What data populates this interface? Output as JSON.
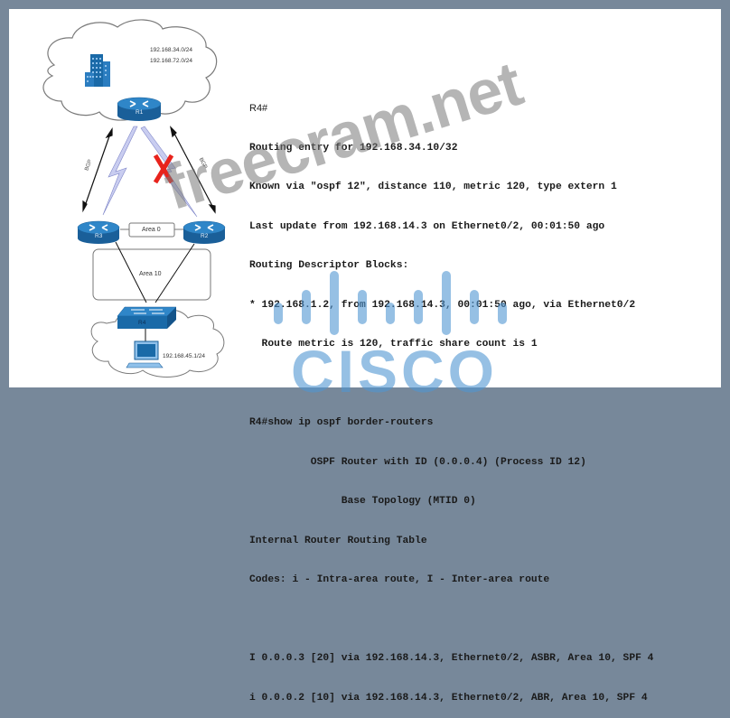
{
  "diagram": {
    "top_cloud_networks": [
      "192.168.34.0/24",
      "192.168.72.0/24"
    ],
    "routers": {
      "r1": "R1",
      "r3": "R3",
      "r2": "R2",
      "r4": "R4"
    },
    "links": {
      "left_bgp": "BGP",
      "right_bgp": "BGP",
      "area0": "Area 0",
      "area10": "Area 10",
      "failed_link_mark": "X"
    },
    "host_network": "192.168.45.1/24",
    "icons": [
      "building-icon",
      "router-icon",
      "switch-icon",
      "pc-icon",
      "cloud-icon",
      "serial-link-icon"
    ],
    "colors": {
      "device_blue": "#1a6aa8",
      "failure_red": "#e8231c",
      "link_lavender": "#c9cdf0"
    }
  },
  "cli": {
    "lines": [
      "R4#",
      "Routing entry for 192.168.34.10/32",
      "Known via \"ospf 12\", distance 110, metric 120, type extern 1",
      "Last update from 192.168.14.3 on Ethernet0/2, 00:01:50 ago",
      "Routing Descriptor Blocks:",
      "* 192.168.1.2, from 192.168.14.3, 00:01:50 ago, via Ethernet0/2",
      "  Route metric is 120, traffic share count is 1",
      "",
      "R4#show ip ospf border-routers",
      "          OSPF Router with ID (0.0.0.4) (Process ID 12)",
      "               Base Topology (MTID 0)",
      "Internal Router Routing Table",
      "Codes: i - Intra-area route, I - Inter-area route",
      "",
      "I 0.0.0.3 [20] via 192.168.14.3, Ethernet0/2, ASBR, Area 10, SPF 4",
      "i 0.0.0.2 [10] via 192.168.14.3, Ethernet0/2, ABR, Area 10, SPF 4"
    ]
  },
  "watermark": {
    "text": "freecram.net"
  },
  "logo": {
    "text": "CISCO",
    "color": "#5a9ad6"
  }
}
